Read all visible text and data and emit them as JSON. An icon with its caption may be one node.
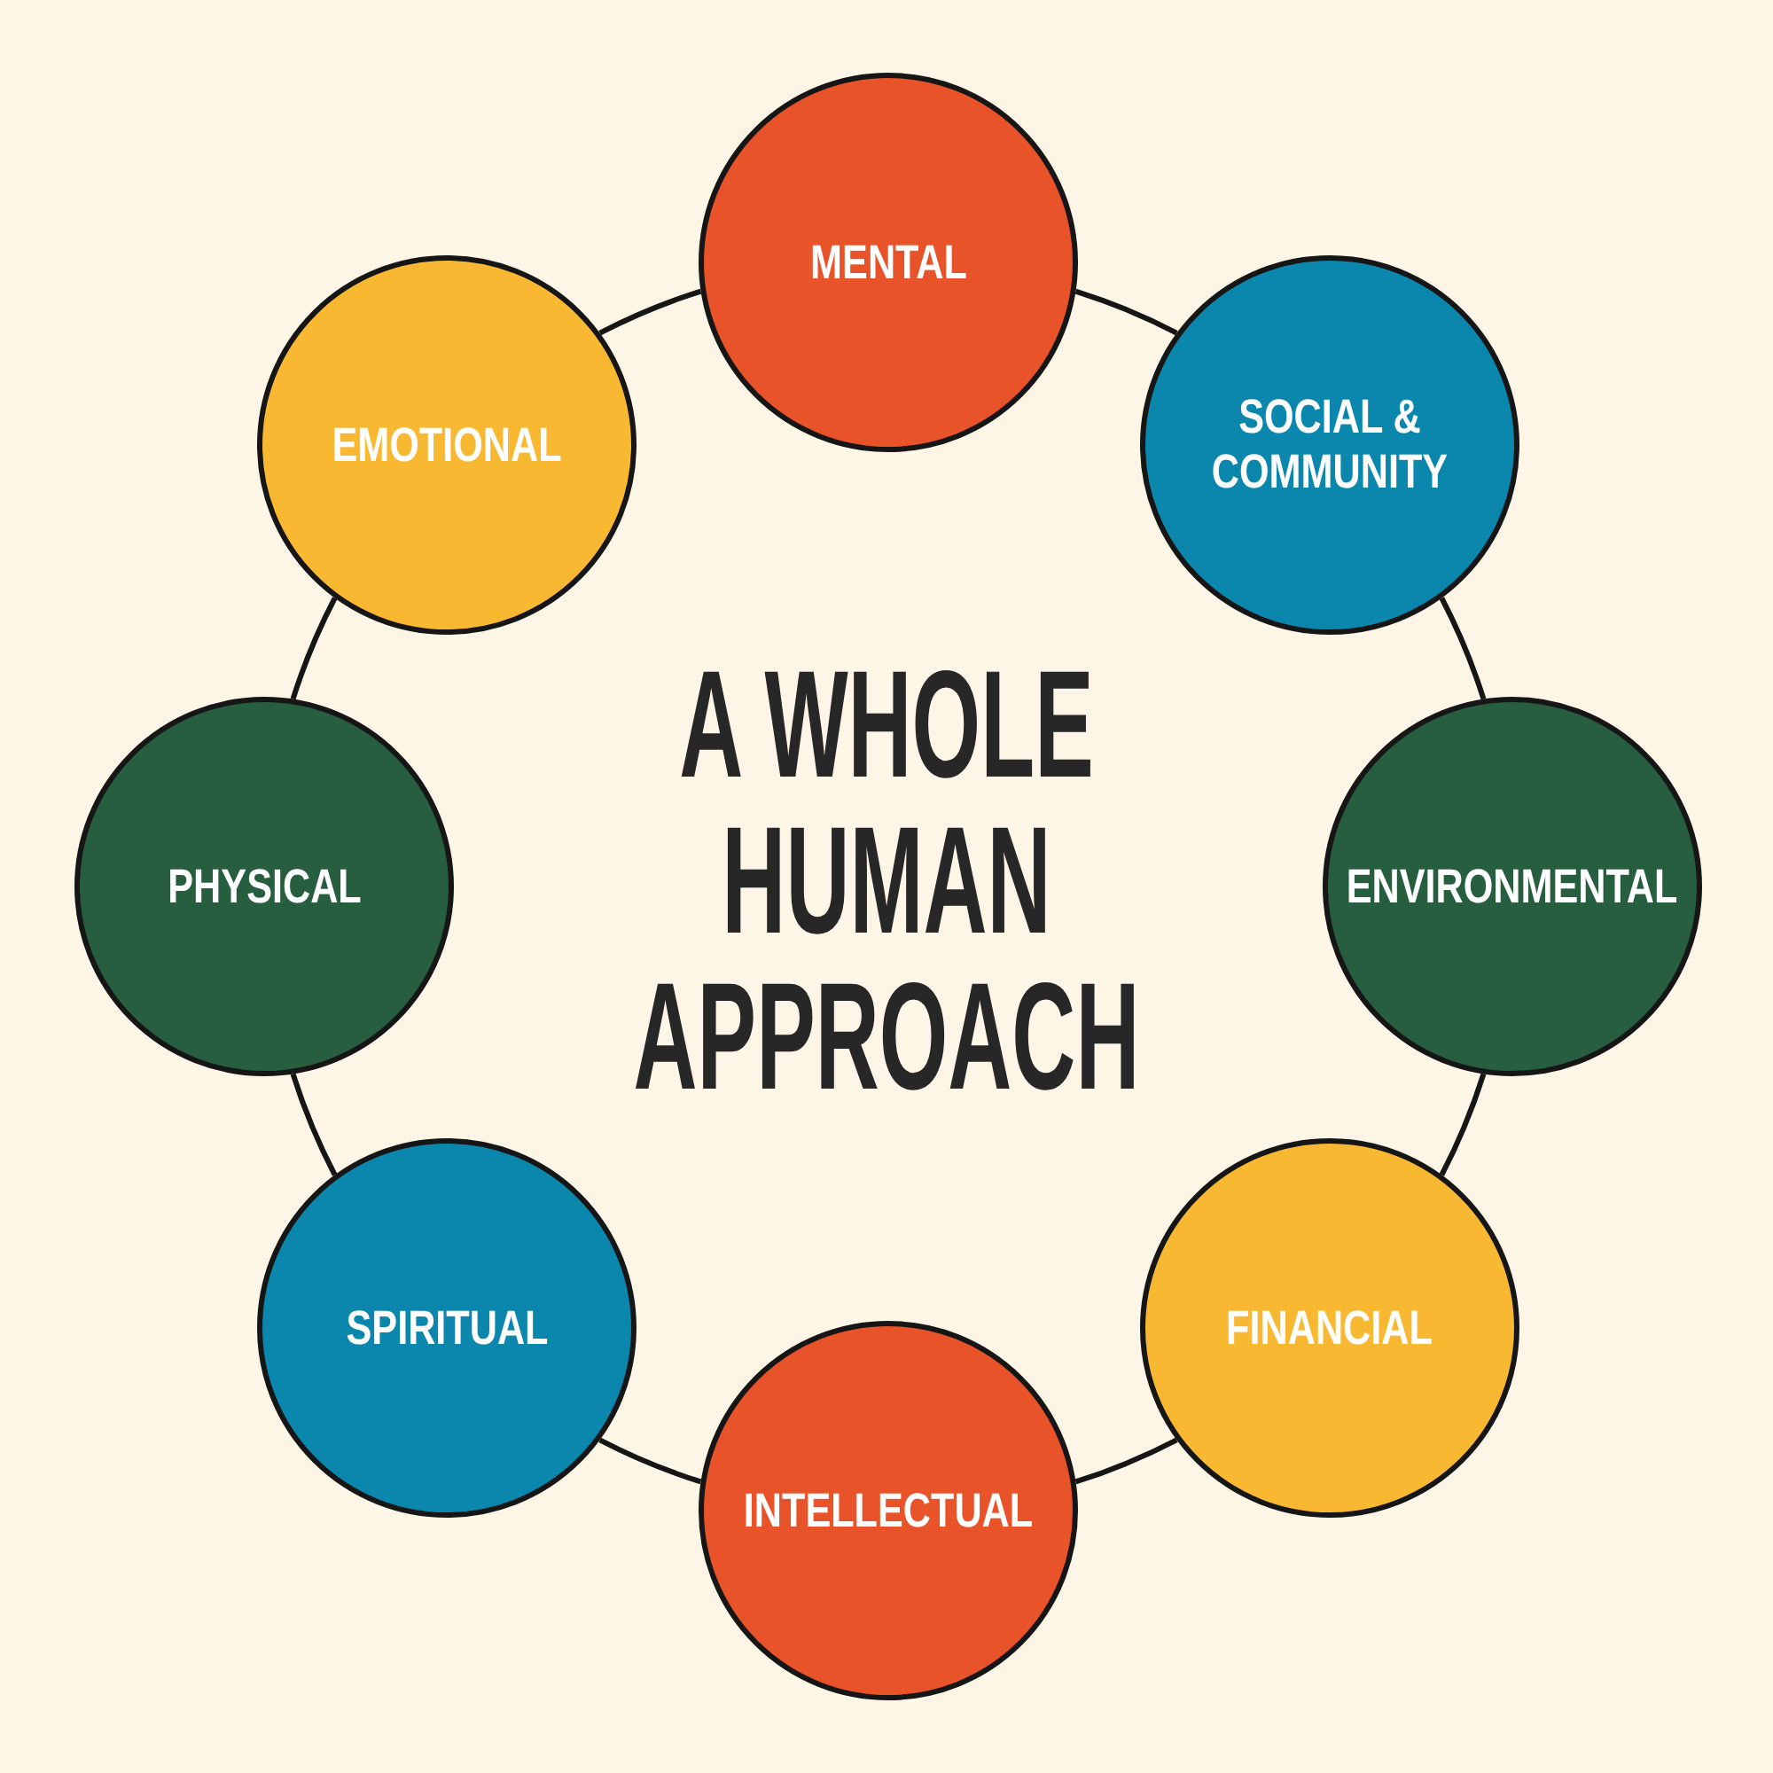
{
  "diagram": {
    "title": "A WHOLE HUMAN APPROACH",
    "nodes": [
      {
        "text": [
          "MENTAL"
        ]
      },
      {
        "text": [
          "SOCIAL & COMMUNITY"
        ]
      },
      {
        "text": [
          "ENVIRONMENTAL"
        ]
      },
      {
        "text": [
          "FINANCIAL"
        ]
      },
      {
        "text": [
          "INTELLECTUAL"
        ]
      },
      {
        "text": [
          "SPIRITUAL"
        ]
      },
      {
        "text": [
          "PHYSICAL"
        ]
      },
      {
        "text": [
          "EMOTIONAL"
        ]
      }
    ],
    "edges": [
      {
        "from": 0,
        "to": 1,
        "arrow": "none"
      },
      {
        "from": 1,
        "to": 2,
        "arrow": "none"
      },
      {
        "from": 2,
        "to": 3,
        "arrow": "none"
      },
      {
        "from": 3,
        "to": 4,
        "arrow": "none"
      },
      {
        "from": 4,
        "to": 5,
        "arrow": "none"
      },
      {
        "from": 5,
        "to": 6,
        "arrow": "none"
      },
      {
        "from": 6,
        "to": 7,
        "arrow": "none"
      },
      {
        "from": 7,
        "to": 0,
        "arrow": "none"
      }
    ]
  }
}
